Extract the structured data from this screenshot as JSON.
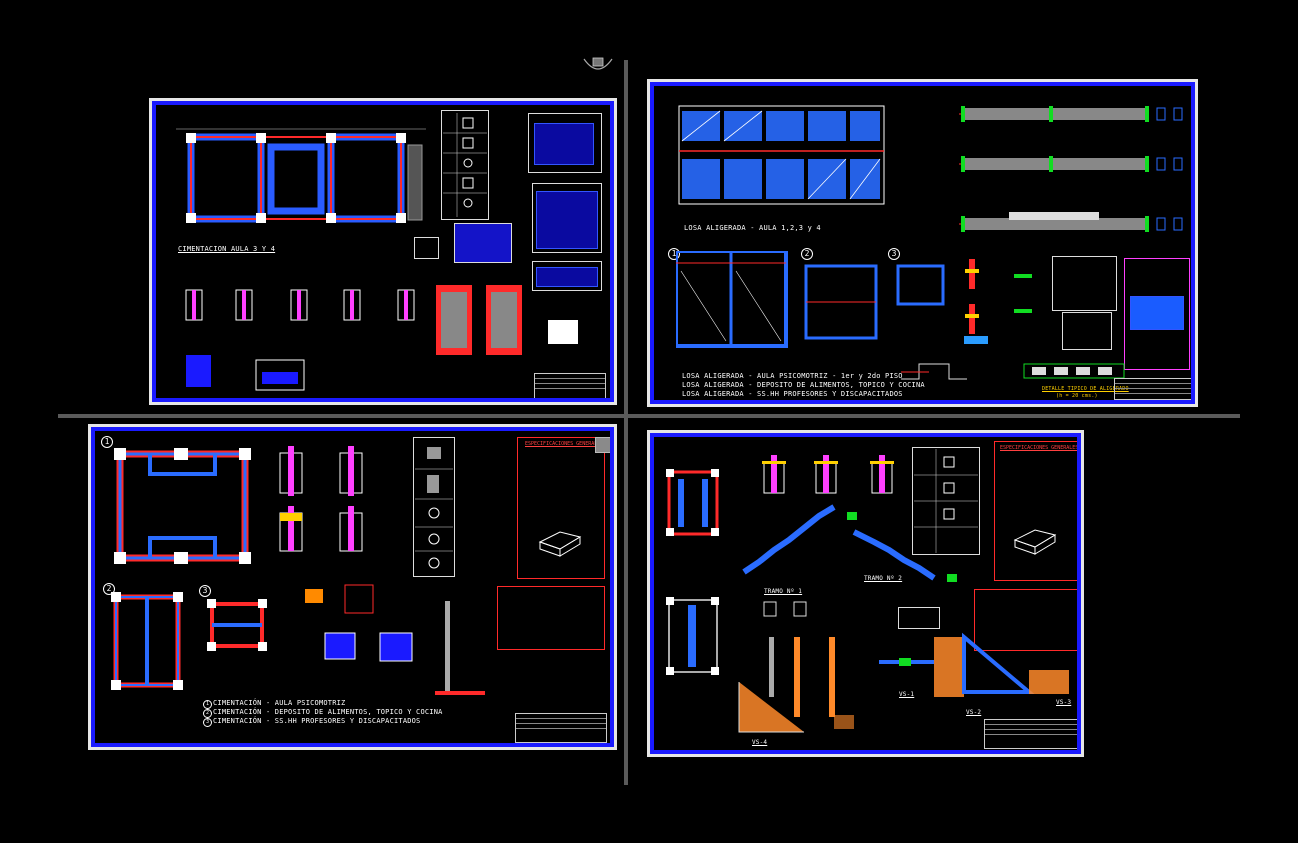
{
  "canvas": {
    "background": "#000000",
    "sheet_border_color": "#1a1aff",
    "frame_color": "#e6e6e6"
  },
  "viewport_icon": "viewcube-icon",
  "sheets": {
    "s1": {
      "caption": "CIMENTACION AULA 3 Y 4"
    },
    "s2": {
      "caption_top": "LOSA ALIGERADA - AULA 1,2,3 y 4",
      "captions": [
        "LOSA ALIGERADA - AULA PSICOMOTRIZ - 1er y 2do PISO",
        "LOSA ALIGERADA - DEPOSITO DE ALIMENTOS, TOPICO Y COCINA",
        "LOSA ALIGERADA - SS.HH PROFESORES Y DISCAPACITADOS"
      ],
      "detail_title": "DETALLE TIPICO DE ALIGERADO",
      "detail_sub": "(h = 20 cms.)"
    },
    "s3": {
      "spec_title": "ESPECIFICACIONES GENERALES",
      "captions": [
        "CIMENTACIÓN - AULA PSICOMOTRIZ",
        "CIMENTACIÓN - DEPOSITO DE ALIMENTOS, TOPICO Y COCINA",
        "CIMENTACIÓN - SS.HH PROFESORES Y DISCAPACITADOS"
      ]
    },
    "s4": {
      "spec_title": "ESPECIFICACIONES GENERALES",
      "tramo1": "TRAMO Nº 1",
      "tramo2": "TRAMO Nº 2",
      "beams": [
        "VS-1",
        "VS-2",
        "VS-3",
        "VS-4"
      ]
    }
  }
}
